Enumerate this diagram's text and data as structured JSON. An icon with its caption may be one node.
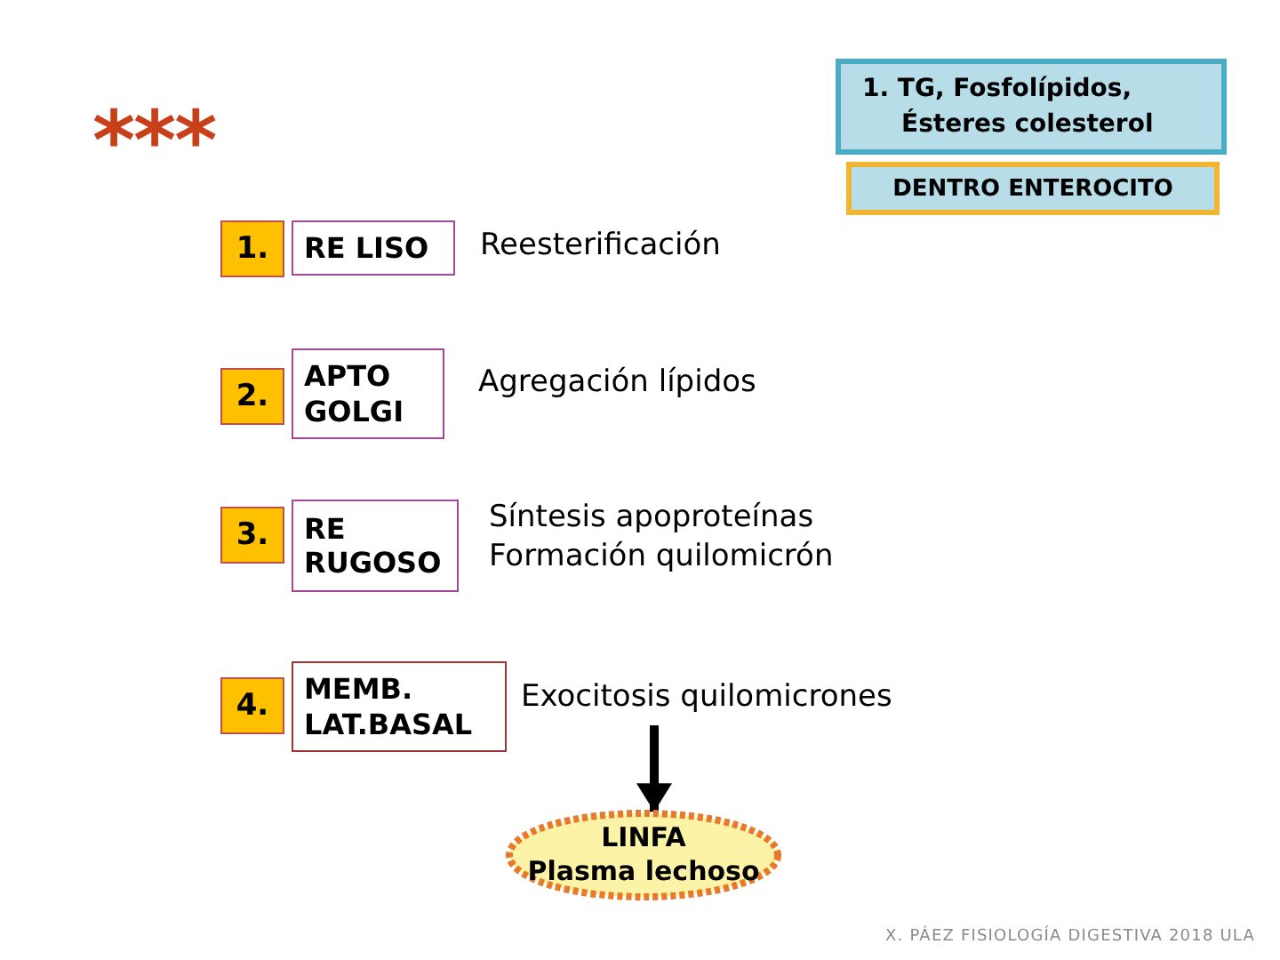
{
  "diagram": {
    "caption": "X. PÁEZ FISIOLOGÍA DIGESTIVA 2018 ULA",
    "nodes": [
      {
        "text": [
          "1. TG, Fosfolípidos, Ésteres colesterol"
        ]
      },
      {
        "text": [
          "DENTRO ENTEROCITO"
        ]
      },
      {
        "text": [
          "1."
        ]
      },
      {
        "text": [
          "RE LISO"
        ]
      },
      {
        "text": [
          "2."
        ]
      },
      {
        "text": [
          "APTO GOLGI"
        ]
      },
      {
        "text": [
          "3."
        ]
      },
      {
        "text": [
          "RE RUGOSO"
        ]
      },
      {
        "text": [
          "4."
        ]
      },
      {
        "text": [
          "MEMB. LAT.BASAL"
        ]
      },
      {
        "text": [
          "Exocitosis quilomicrones"
        ]
      },
      {
        "text": [
          "LINFA",
          "Plasma lechoso"
        ]
      }
    ],
    "edges": [
      {
        "from": 10,
        "to": 11,
        "arrow": "to"
      }
    ],
    "labels": [
      "***",
      "Reesterificación",
      "Agregación lípidos",
      "Síntesis apoproteínas Formación quilomicrón"
    ]
  }
}
